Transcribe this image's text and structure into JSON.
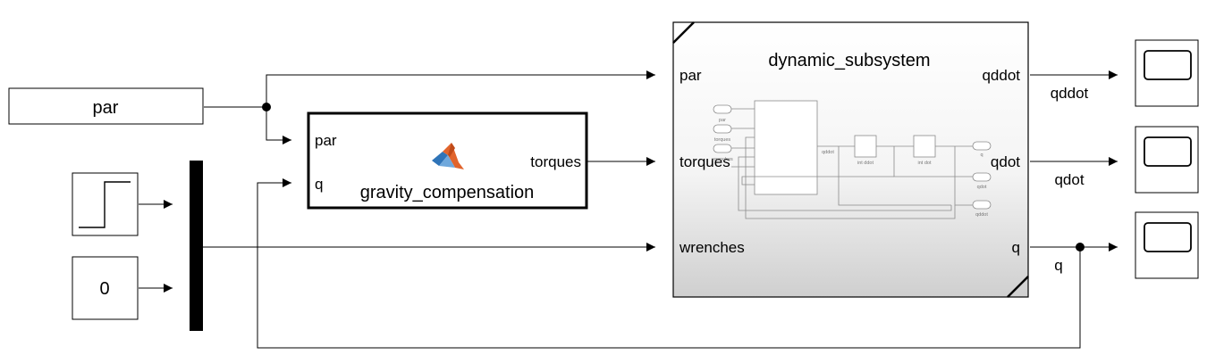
{
  "blocks": {
    "par_source": {
      "label": "par"
    },
    "constant": {
      "value": "0"
    },
    "gravity_compensation": {
      "title": "gravity_compensation",
      "inputs": [
        "par",
        "q"
      ],
      "outputs": [
        "torques"
      ],
      "icon": "matlab-logo-icon"
    },
    "dynamic_subsystem": {
      "title": "dynamic_subsystem",
      "inputs": [
        "par",
        "torques",
        "wrenches"
      ],
      "outputs": [
        "qddot",
        "qdot",
        "q"
      ],
      "preview": {
        "ports": [
          "par",
          "torques",
          "wrenches"
        ],
        "labels": [
          "qddot",
          "int ddot",
          "int dot"
        ],
        "out_ports": [
          "q",
          "qdot",
          "qddot"
        ]
      }
    }
  },
  "signals": {
    "qddot": "qddot",
    "qdot": "qdot",
    "q": "q"
  },
  "colors": {
    "line": "#000000",
    "block_border": "#000000",
    "subsystem_gradient_top": "#ffffff",
    "subsystem_gradient_bottom": "#d4d4d4",
    "preview_line": "#8a8a8a",
    "matlab_orange": "#e1642c",
    "matlab_blue": "#2f74b8"
  }
}
